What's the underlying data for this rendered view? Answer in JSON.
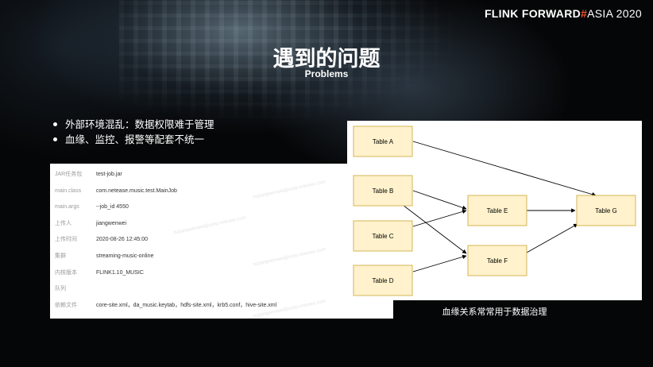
{
  "brand": {
    "part1": "FLINK FORWARD",
    "hash": "#",
    "part2": "ASIA 2020",
    "accent_color": "#f0522d"
  },
  "title": "遇到的问题",
  "subtitle": "Problems",
  "bullets": [
    "外部环境混乱：数据权限难于管理",
    "血缘、监控、报警等配套不统一"
  ],
  "job_info": {
    "rows": [
      {
        "key": "JAR任务包",
        "value": "test-job.jar"
      },
      {
        "key": "main.class",
        "value": "com.netease.music.test.MainJob"
      },
      {
        "key": "main.args",
        "value": "--job_id 4550"
      },
      {
        "key": "上传人",
        "value": "jiangwenwei"
      },
      {
        "key": "上传时间",
        "value": "2020-08-26 12:45:00"
      },
      {
        "key": "集群",
        "value": "streaming-music-online"
      },
      {
        "key": "内核版本",
        "value": "FLINK1.10_MUSIC"
      },
      {
        "key": "队列",
        "value": ""
      },
      {
        "key": "依赖文件",
        "value": "core-site.xml，da_music.keytab，hdfs-site.xml，krb5.conf，hive-site.xml"
      }
    ],
    "watermark": "hzjiangwenwei@corp.netease.com"
  },
  "lineage": {
    "nodes": [
      {
        "id": "A",
        "label": "Table A"
      },
      {
        "id": "B",
        "label": "Table B"
      },
      {
        "id": "C",
        "label": "Table C"
      },
      {
        "id": "D",
        "label": "Table D"
      },
      {
        "id": "E",
        "label": "Table E"
      },
      {
        "id": "F",
        "label": "Table F"
      },
      {
        "id": "G",
        "label": "Table G"
      }
    ],
    "edges": [
      [
        "A",
        "G"
      ],
      [
        "B",
        "E"
      ],
      [
        "B",
        "F"
      ],
      [
        "C",
        "E"
      ],
      [
        "D",
        "F"
      ],
      [
        "E",
        "G"
      ],
      [
        "F",
        "G"
      ]
    ],
    "node_fill": "#fff2cc",
    "node_stroke": "#d6b656"
  },
  "caption": "血缘关系常常用于数据治理"
}
